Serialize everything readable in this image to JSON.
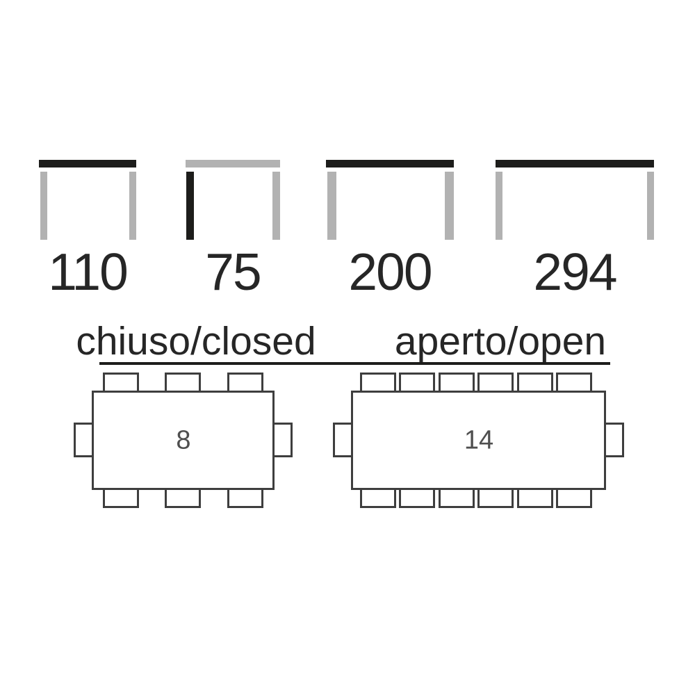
{
  "title": "Extendable dining table dimensions diagram",
  "palette": {
    "background": "#ffffff",
    "highlight_dark": "#1d1d1b",
    "leg_gray": "#b2b2b2",
    "plan_outline": "#3e3e3e",
    "dimension_text": "#262626",
    "seat_count_text": "#4f4f4f"
  },
  "dimension_figures": [
    {
      "value": "110",
      "highlighted_part": "tabletop",
      "tabletop_color": "dark",
      "left_leg_color": "gray",
      "right_leg_color": "gray"
    },
    {
      "value": "75",
      "highlighted_part": "leg-height",
      "tabletop_color": "gray",
      "left_leg_color": "dark",
      "right_leg_color": "gray"
    },
    {
      "value": "200",
      "highlighted_part": "tabletop",
      "tabletop_color": "dark",
      "left_leg_color": "gray",
      "right_leg_color": "gray"
    },
    {
      "value": "294",
      "highlighted_part": "tabletop",
      "tabletop_color": "dark",
      "left_leg_color": "gray",
      "right_leg_color": "gray"
    }
  ],
  "seating_plans": {
    "closed": {
      "label": "chiuso/closed",
      "seat_count": "8",
      "chairs_long_side": 3,
      "chairs_short_side": 1
    },
    "open": {
      "label": "aperto/open",
      "seat_count": "14",
      "chairs_long_side": 6,
      "chairs_short_side": 1
    }
  }
}
